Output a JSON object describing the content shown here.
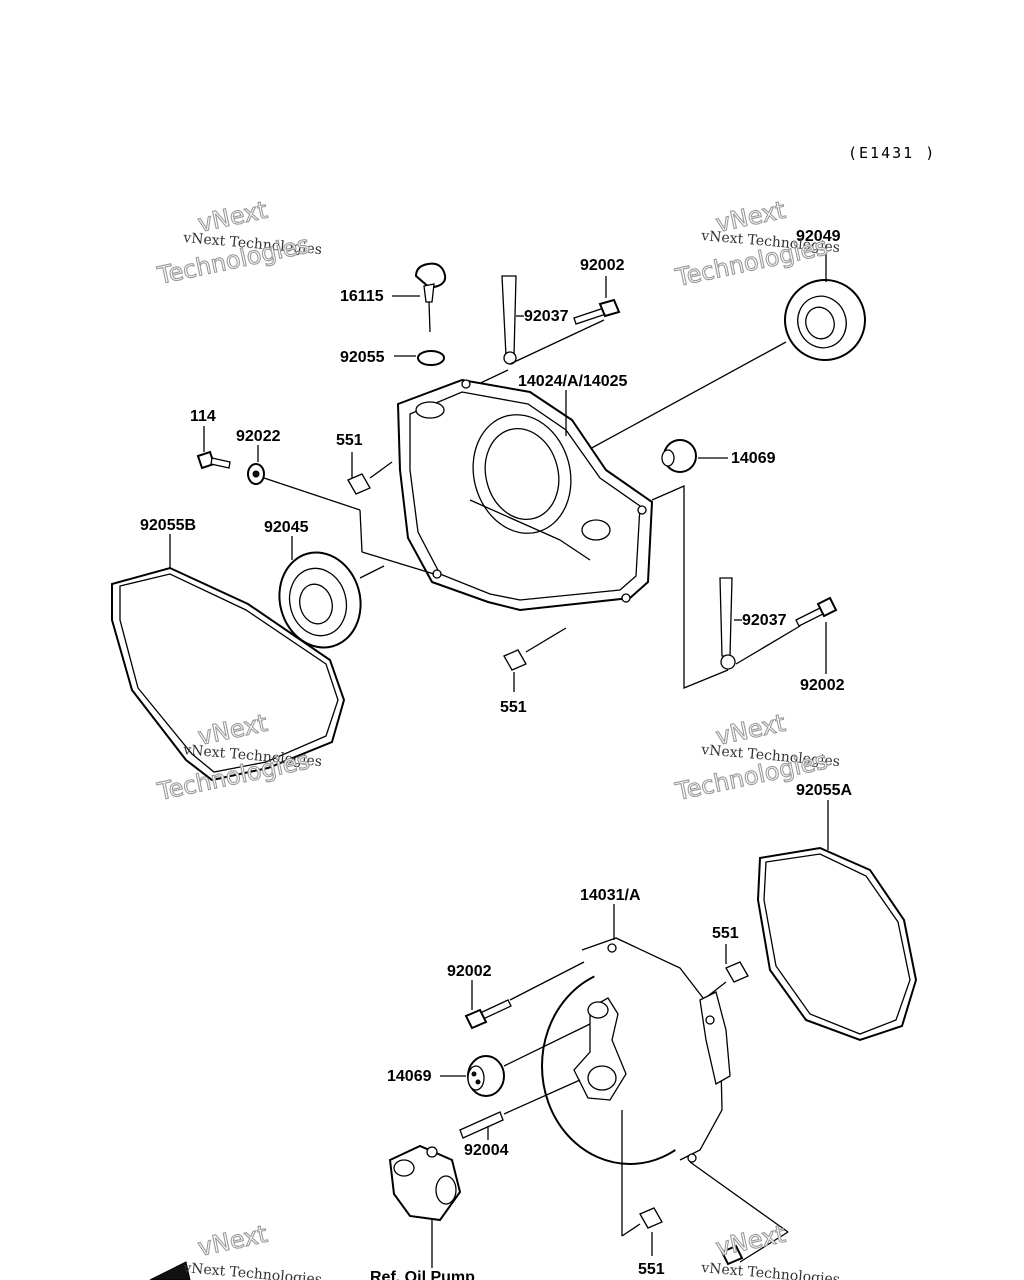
{
  "diagram": {
    "code": "(E1431 )",
    "labels": {
      "p16115": "16115",
      "p92055": "92055",
      "p92037_top": "92037",
      "p92002_top": "92002",
      "p92049": "92049",
      "p14024": "14024/A/14025",
      "p114": "114",
      "p92022": "92022",
      "p551_a": "551",
      "p14069_top": "14069",
      "p92055B": "92055B",
      "p92045": "92045",
      "p92037_right": "92037",
      "p92002_right": "92002",
      "p551_b": "551",
      "p92055A": "92055A",
      "p14031": "14031/A",
      "p551_c": "551",
      "p92002_low": "92002",
      "p14069_low": "14069",
      "p92004": "92004",
      "p551_d": "551",
      "ref_oil_pump": "Ref. Oil Pump"
    },
    "watermark": {
      "line1": "vNext Technologies",
      "line2": "vNext",
      "line3": "Technologies"
    }
  }
}
